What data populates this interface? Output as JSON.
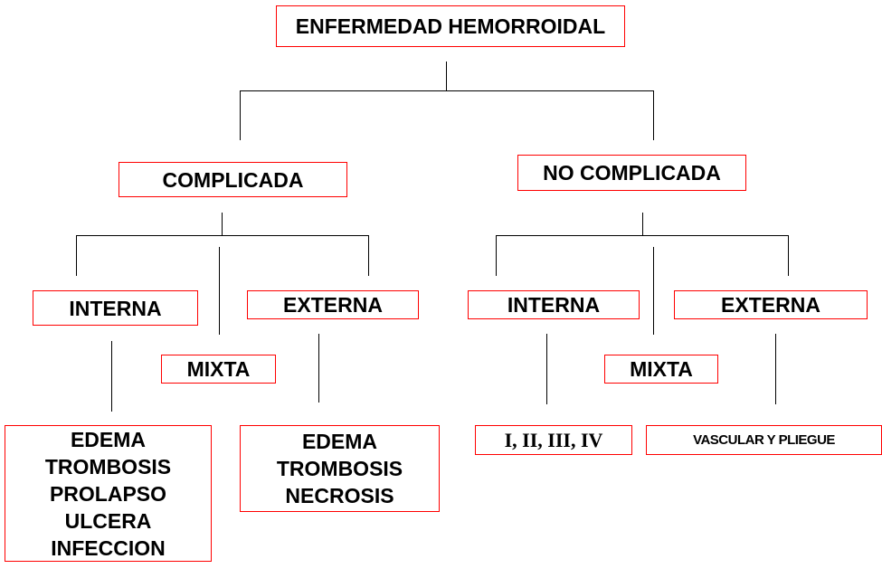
{
  "root": "ENFERMEDAD HEMORROIDAL",
  "complicada": {
    "label": "COMPLICADA",
    "interna": "INTERNA",
    "mixta": "MIXTA",
    "externa": "EXTERNA",
    "interna_items": [
      "EDEMA",
      "TROMBOSIS",
      "PROLAPSO",
      "ULCERA",
      "INFECCION"
    ],
    "externa_items": [
      "EDEMA",
      "TROMBOSIS",
      "NECROSIS"
    ]
  },
  "no_complicada": {
    "label": "NO COMPLICADA",
    "interna": "INTERNA",
    "mixta": "MIXTA",
    "externa": "EXTERNA",
    "interna_grades": "I, II, III, IV",
    "externa_types": "VASCULAR Y PLIEGUE"
  },
  "colors": {
    "box_border": "#ff0000",
    "line": "#000000"
  }
}
